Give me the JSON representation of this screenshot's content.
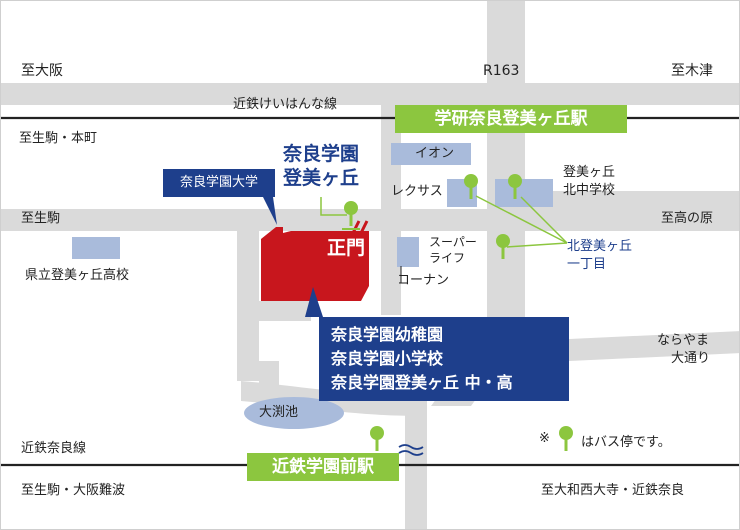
{
  "roads": {
    "to_ohsaka": "至大阪",
    "route": "R163",
    "to_kizu": "至木津",
    "to_ikoma_honmachi": "至生駒・本町",
    "to_ikoma": "至生駒",
    "to_takanohara": "至高の原",
    "naraya_line1": "ならやま",
    "naraya_line2": "大通り",
    "to_ikoma_osaka_namba": "至生駒・大阪難波",
    "to_yamato_saidaiji": "至大和西大寺・近鉄奈良"
  },
  "railways": {
    "keihanna": "近鉄けいはんな線",
    "nara": "近鉄奈良線"
  },
  "stations": {
    "gakken": "学研奈良登美ヶ丘駅",
    "gakuenmae": "近鉄学園前駅"
  },
  "places": {
    "university": "奈良学園大学",
    "campus_line1": "奈良学園",
    "campus_line2": "登美ヶ丘",
    "main_gate": "正門",
    "aeon": "イオン",
    "lexus": "レクサス",
    "super_line1": "スーパー",
    "super_line2": "ライフ",
    "konan": "コーナン",
    "kita_jhs_line1": "登美ヶ丘",
    "kita_jhs_line2": "北中学校",
    "kita_1chome_line1": "北登美ヶ丘",
    "kita_1chome_line2": "一丁目",
    "prefectural_hs": "県立登美ヶ丘高校",
    "pond": "大渕池"
  },
  "schools_box": {
    "line1": "奈良学園幼稚園",
    "line2": "奈良学園小学校",
    "line3": "奈良学園登美ヶ丘 中・高"
  },
  "legend": {
    "mark": "※",
    "text": "はバス停です。"
  },
  "colors": {
    "road": "#dadada",
    "campus": "#c8161d",
    "navy": "#1e3f8c",
    "station_green": "#8cc63f",
    "building": "#a9bbdb",
    "water": "#a9bbdb"
  }
}
